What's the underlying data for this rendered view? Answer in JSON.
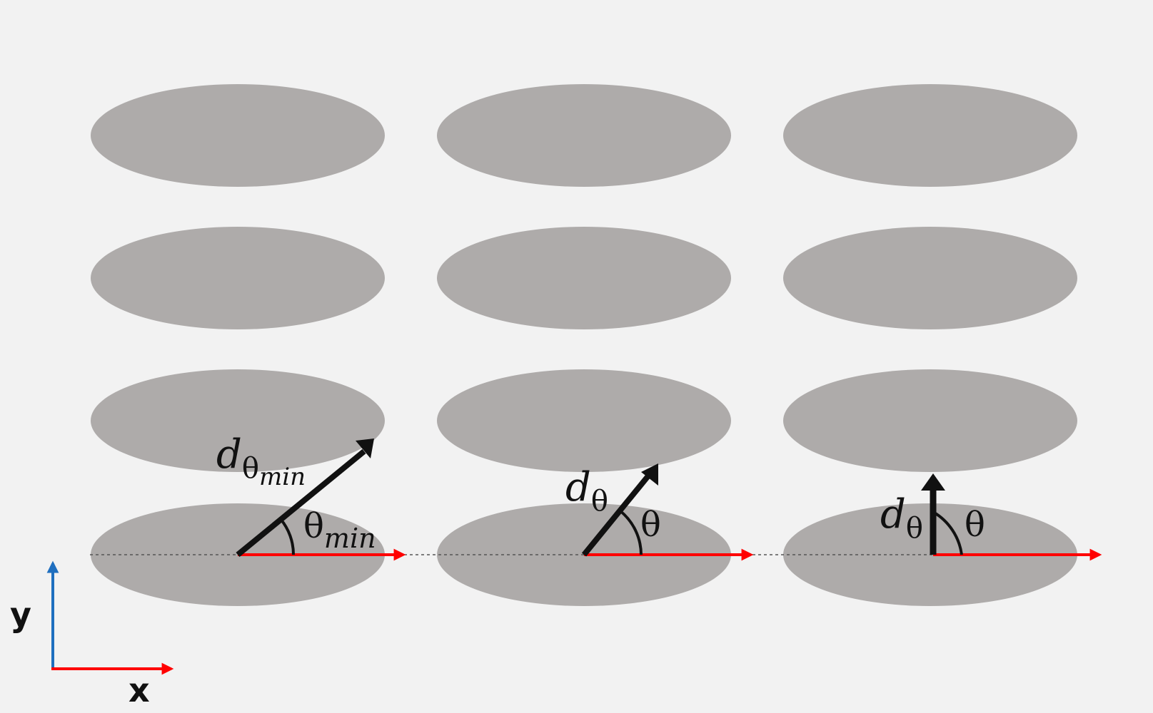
{
  "diagram": {
    "ellipse_color": "#aeabaa",
    "background_color": "#f2f2f2",
    "arrow_color": "#111111",
    "x_axis_color": "#ff0000",
    "y_axis_color": "#1f6fbf",
    "grid_columns": 3,
    "grid_rows": 4
  },
  "axes": {
    "y_label": "y",
    "x_label": "x"
  },
  "panels": [
    {
      "vector_symbol": "d",
      "vector_subscript": "θ",
      "vector_sub_subscript": "min",
      "angle_symbol": "θ",
      "angle_subscript": "min"
    },
    {
      "vector_symbol": "d",
      "vector_subscript": "θ",
      "angle_symbol": "θ"
    },
    {
      "vector_symbol": "d",
      "vector_subscript": "θ",
      "angle_symbol": "θ"
    }
  ]
}
